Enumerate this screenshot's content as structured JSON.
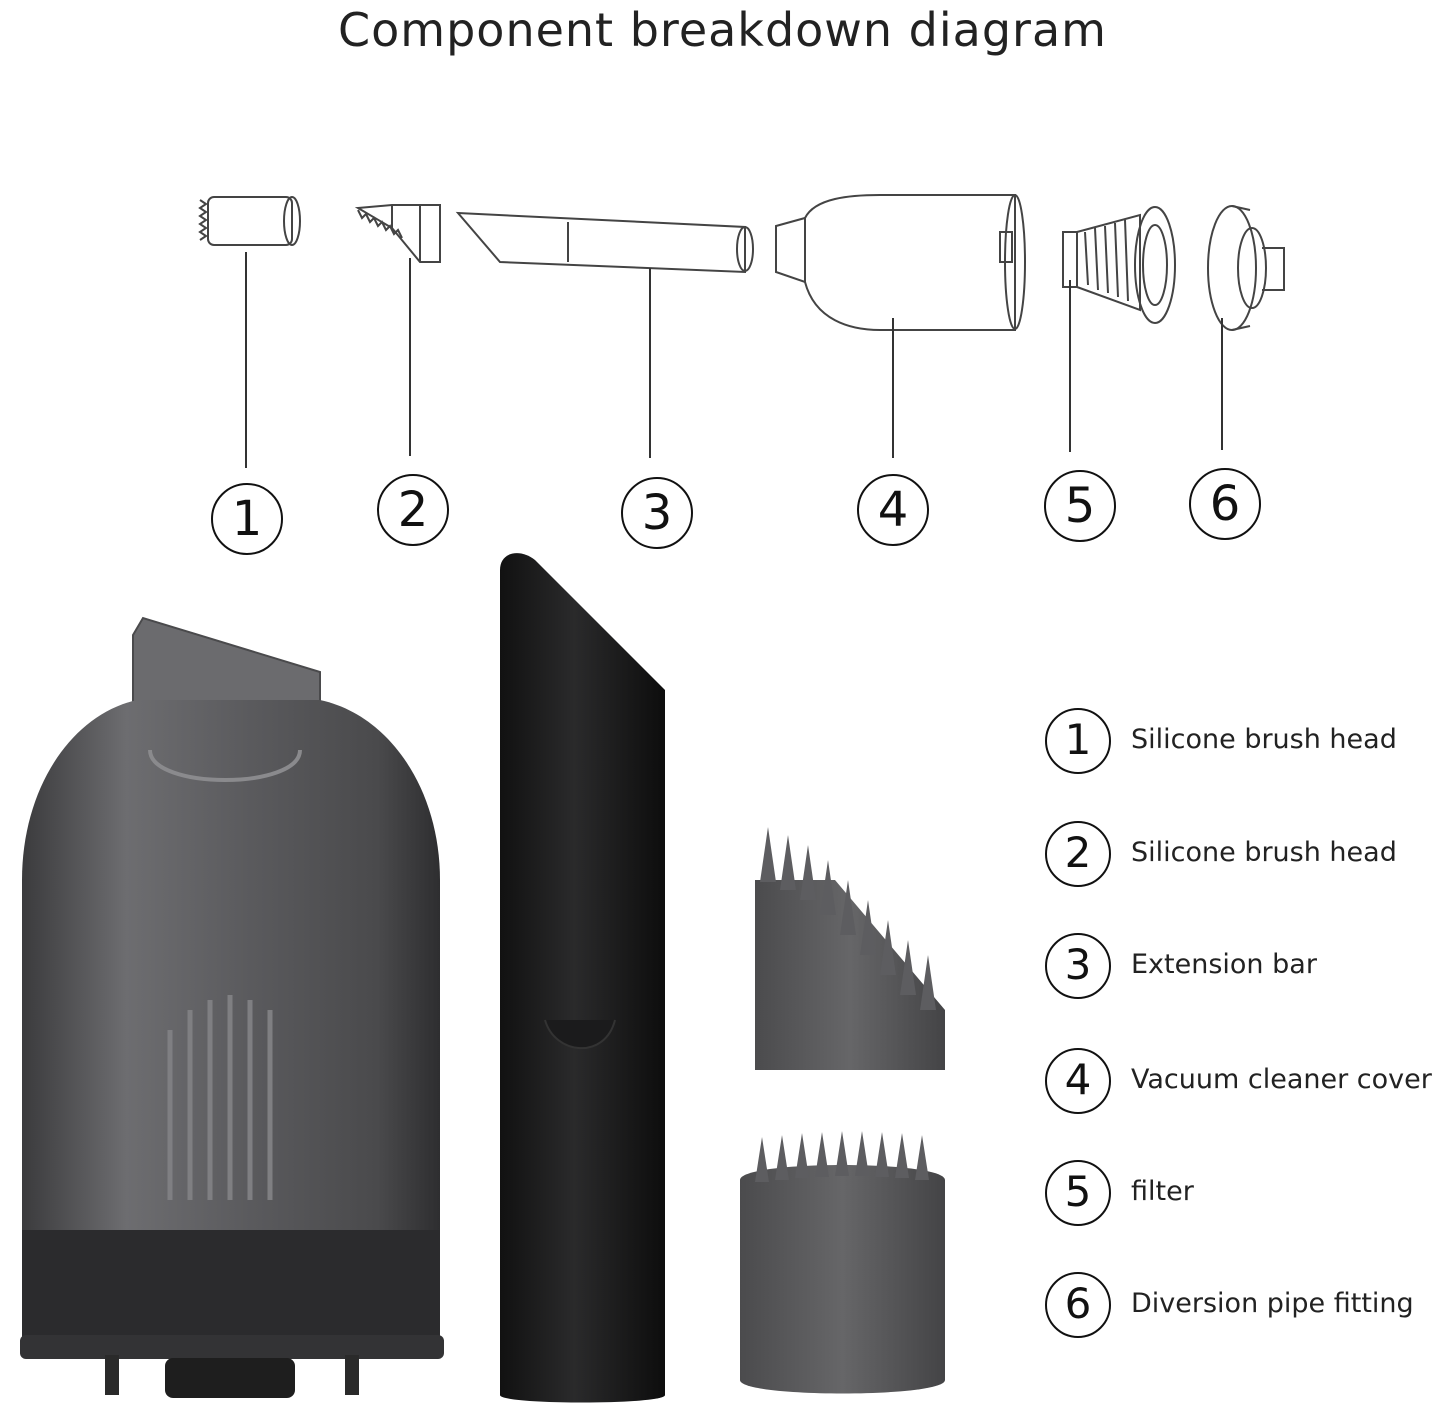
{
  "title": "Component breakdown diagram",
  "callouts": [
    "1",
    "2",
    "3",
    "4",
    "5",
    "6"
  ],
  "legend": [
    {
      "num": "1",
      "label": "Silicone brush head"
    },
    {
      "num": "2",
      "label": "Silicone brush head"
    },
    {
      "num": "3",
      "label": "Extension bar"
    },
    {
      "num": "4",
      "label": "Vacuum cleaner cover"
    },
    {
      "num": "5",
      "label": "filter"
    },
    {
      "num": "6",
      "label": "Diversion pipe fitting"
    }
  ]
}
